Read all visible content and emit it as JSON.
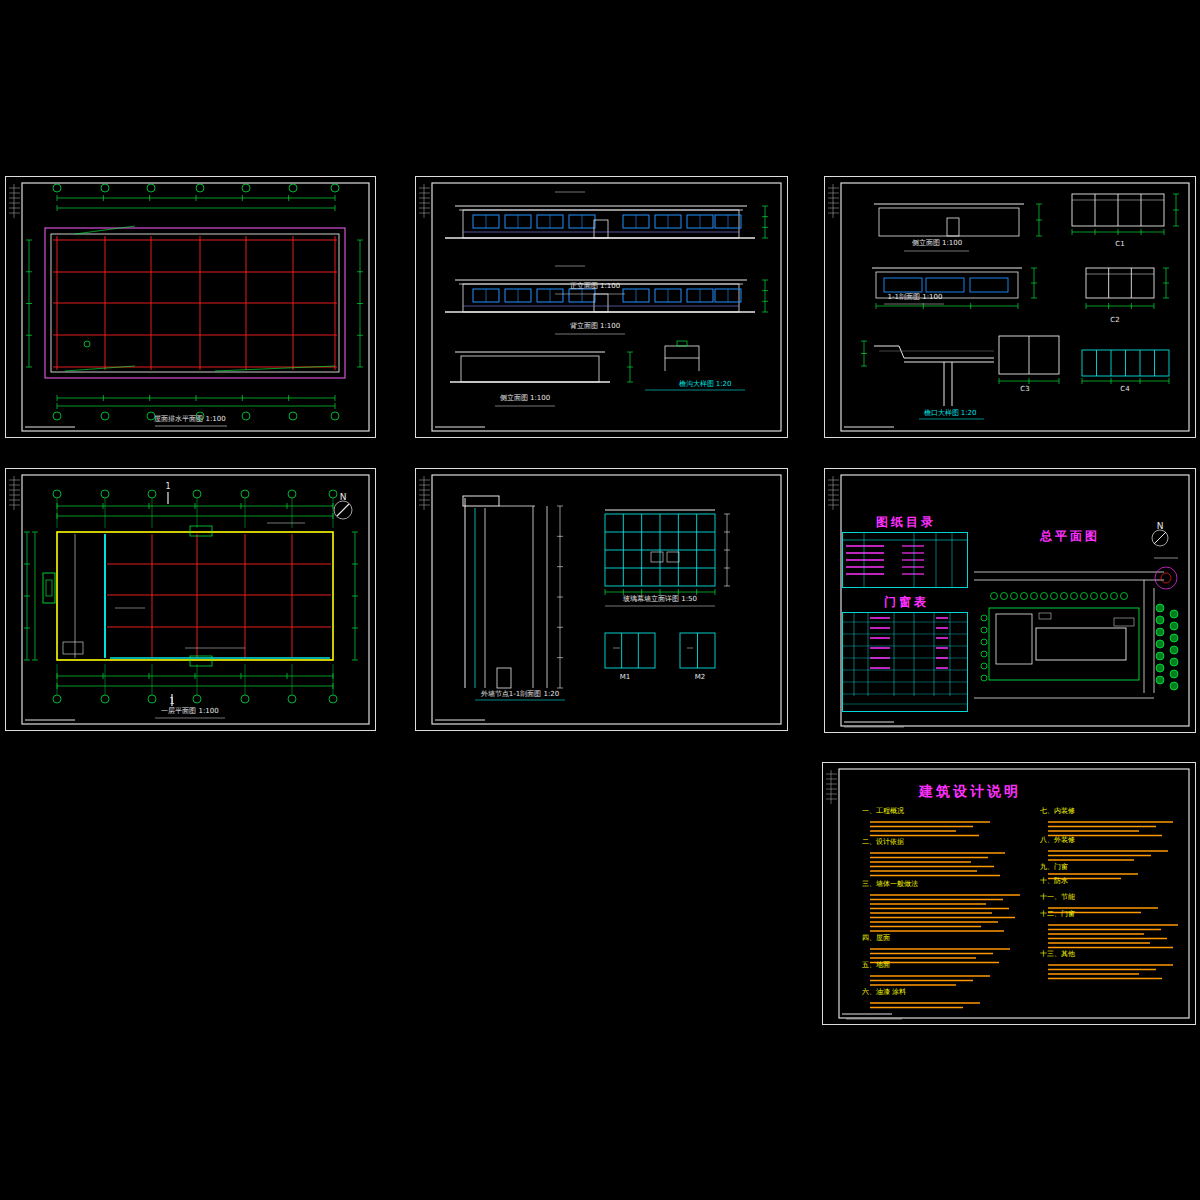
{
  "diagram": {
    "nodes": [
      {
        "text": [
          "屋面排水平面图 1:100"
        ]
      },
      {
        "text": [
          "正立面图 1:100",
          "背立面图 1:100",
          "侧立面图 1:100",
          "檐沟大样图 1:20"
        ]
      },
      {
        "text": [
          "侧立面图 1:100",
          "1-1剖面图 1:100",
          "檐口大样图 1:20",
          "C1",
          "C2",
          "C3",
          "C4"
        ]
      },
      {
        "text": [
          "一层平面图 1:100"
        ]
      },
      {
        "text": [
          "外墙节点1-1剖面图 1:20",
          "玻璃幕墙立面详图 1:50",
          "M1",
          "M2"
        ]
      },
      {
        "text": [
          "总平面图"
        ]
      },
      {
        "text": [
          "图纸目录"
        ],
        "in": 5
      },
      {
        "text": [
          "门窗表"
        ],
        "in": 5
      },
      {
        "text": [
          "建筑设计说明",
          "一、工程概况",
          "二、设计依据",
          "三、墙体一般做法",
          "四、屋面",
          "五、地面",
          "六、油漆 涂料",
          "七、内装修",
          "八、外装修",
          "九、门窗",
          "十、防水",
          "十一、节能",
          "十二、门窗",
          "十三、其他"
        ]
      }
    ],
    "labels": [
      "N",
      "1",
      "1",
      "N"
    ]
  }
}
